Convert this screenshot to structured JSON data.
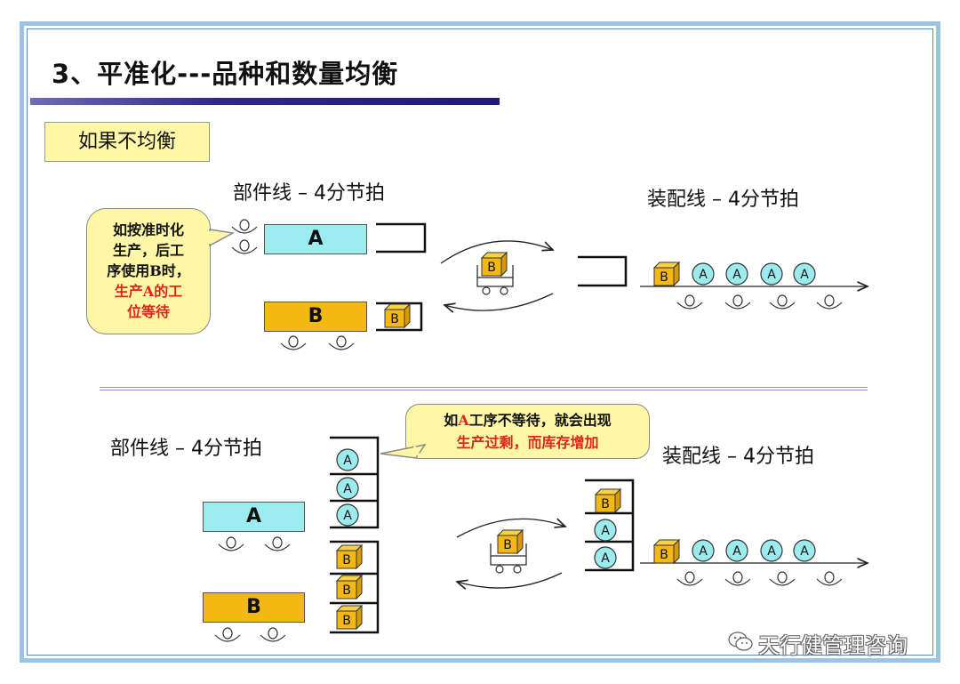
{
  "title": "3、平准化---品种和数量均衡",
  "condition_badge": "如果不均衡",
  "top": {
    "parts_line_label": "部件线 – 4分节拍",
    "assembly_line_label": "装配线 – 4分节拍",
    "bubble": {
      "line1": "如按准时化",
      "line2": "生产，后工",
      "line3": "序使用B时，",
      "line4_red": "生产A的工",
      "line5_red": "位等待"
    },
    "station_a": "A",
    "station_b": "B",
    "buffer_b": "B",
    "cart_box": "B",
    "assembly_items": [
      "B",
      "A",
      "A",
      "A",
      "A"
    ]
  },
  "bottom": {
    "parts_line_label": "部件线 – 4分节拍",
    "assembly_line_label": "装配线 – 4分节拍",
    "bubble": {
      "line1_pre": "如",
      "line1_red": "A",
      "line1_post": "工序不等待，就会出现",
      "line2_red": "生产过剩，而库存增加"
    },
    "station_a": "A",
    "station_b": "B",
    "stock_a": [
      "A",
      "A",
      "A"
    ],
    "stock_b": [
      "B",
      "B",
      "B"
    ],
    "cart_box": "B",
    "transfer_stack": [
      "B",
      "A",
      "A"
    ],
    "assembly_items": [
      "B",
      "A",
      "A",
      "A",
      "A"
    ]
  },
  "watermark": "天行健管理咨询",
  "colors": {
    "station_a": "#9cebef",
    "station_b": "#f4b814",
    "callout_bg": "#fdf7a6",
    "emphasis_red": "#e0241b",
    "frame": "#9cc2e4"
  }
}
